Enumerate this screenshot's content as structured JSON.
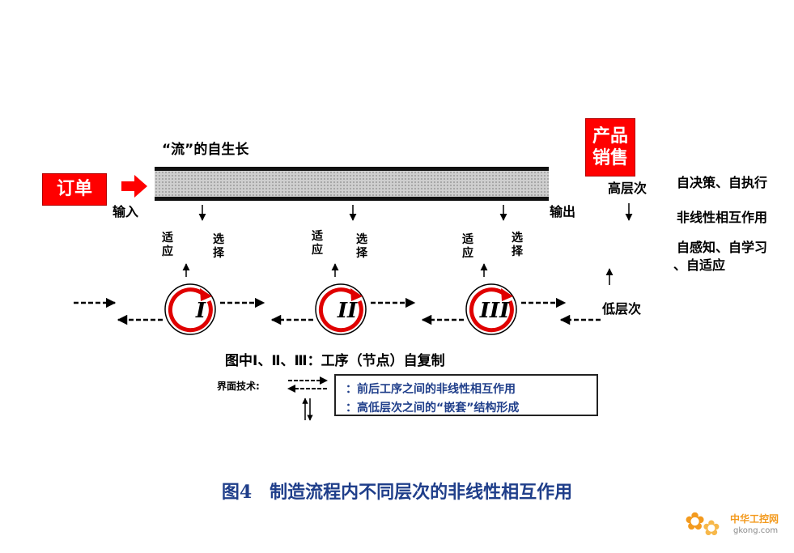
{
  "flow": {
    "title": "“流”的自生长",
    "input_label": "输入",
    "output_label": "输出"
  },
  "order_box": {
    "label": "订单"
  },
  "product_box": {
    "line1": "产品",
    "line2": "销售"
  },
  "levels": {
    "high": "高层次",
    "low": "低层次"
  },
  "stages": [
    {
      "numeral": "I",
      "adapt": "适应",
      "select": "选择"
    },
    {
      "numeral": "II",
      "adapt": "适应",
      "select": "选择"
    },
    {
      "numeral": "III",
      "adapt": "适应",
      "select": "选择"
    }
  ],
  "properties": {
    "item1": "自决策、自执行",
    "item2": "非线性相互作用",
    "item3_line1": "自感知、自学习",
    "item3_line2": "、自适应"
  },
  "note": "图中Ⅰ、Ⅱ、Ⅲ：工序（节点）自复制",
  "legend": {
    "label": "界面技术:",
    "line1": "：前后工序之间的非线性相互作用",
    "line2": "：高低层次之间的“嵌套”结构形成"
  },
  "caption": "图4　制造流程内不同层次的非线性相互作用",
  "watermark": {
    "cn": "中华工控网",
    "en": "gkong.com"
  },
  "colors": {
    "red": "#ff0000",
    "navy": "#1f3e8a",
    "watermark_orange": "#f39a1e"
  }
}
